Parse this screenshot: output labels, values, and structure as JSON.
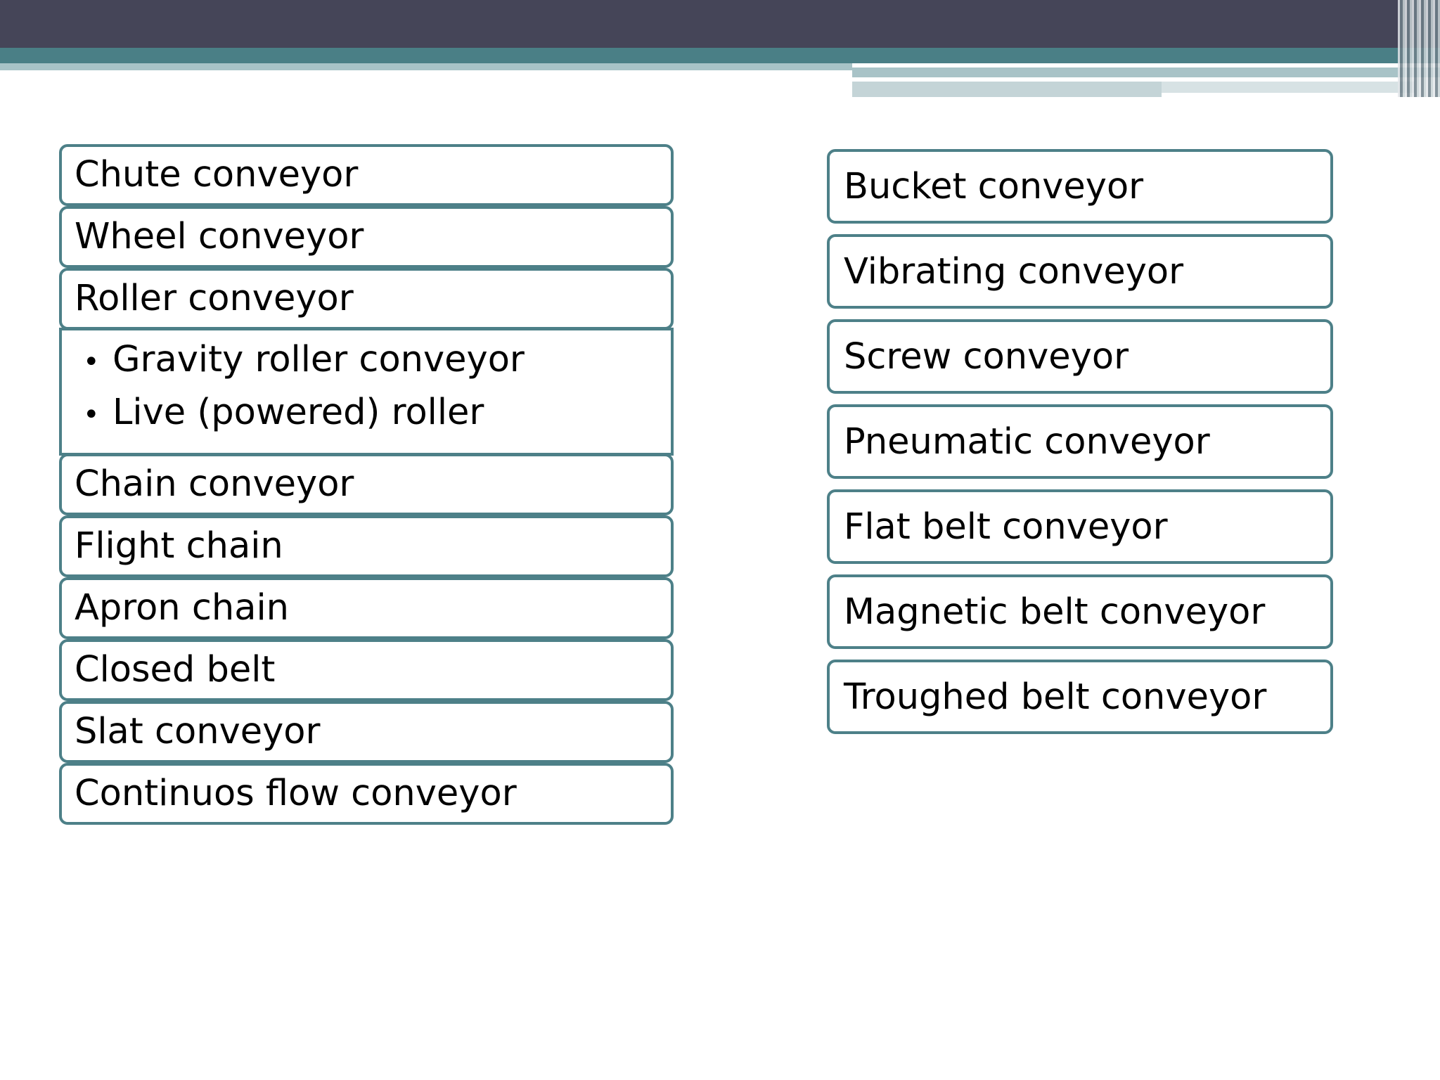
{
  "colors": {
    "header_dark": "#454558",
    "header_teal": "#4a7f86",
    "box_border": "#4d8088"
  },
  "left_column": {
    "items_top": [
      "Chute conveyor",
      "Wheel conveyor",
      "Roller conveyor"
    ],
    "roller_subitems": [
      "Gravity roller conveyor",
      "Live (powered) roller"
    ],
    "items_bottom": [
      "Chain conveyor",
      "Flight chain",
      "Apron chain",
      "Closed belt",
      "Slat conveyor",
      "Continuos flow conveyor"
    ]
  },
  "right_column": {
    "items": [
      "Bucket conveyor",
      "Vibrating conveyor",
      "Screw conveyor",
      "Pneumatic conveyor",
      "Flat belt conveyor",
      "Magnetic belt conveyor",
      "Troughed belt conveyor"
    ]
  }
}
